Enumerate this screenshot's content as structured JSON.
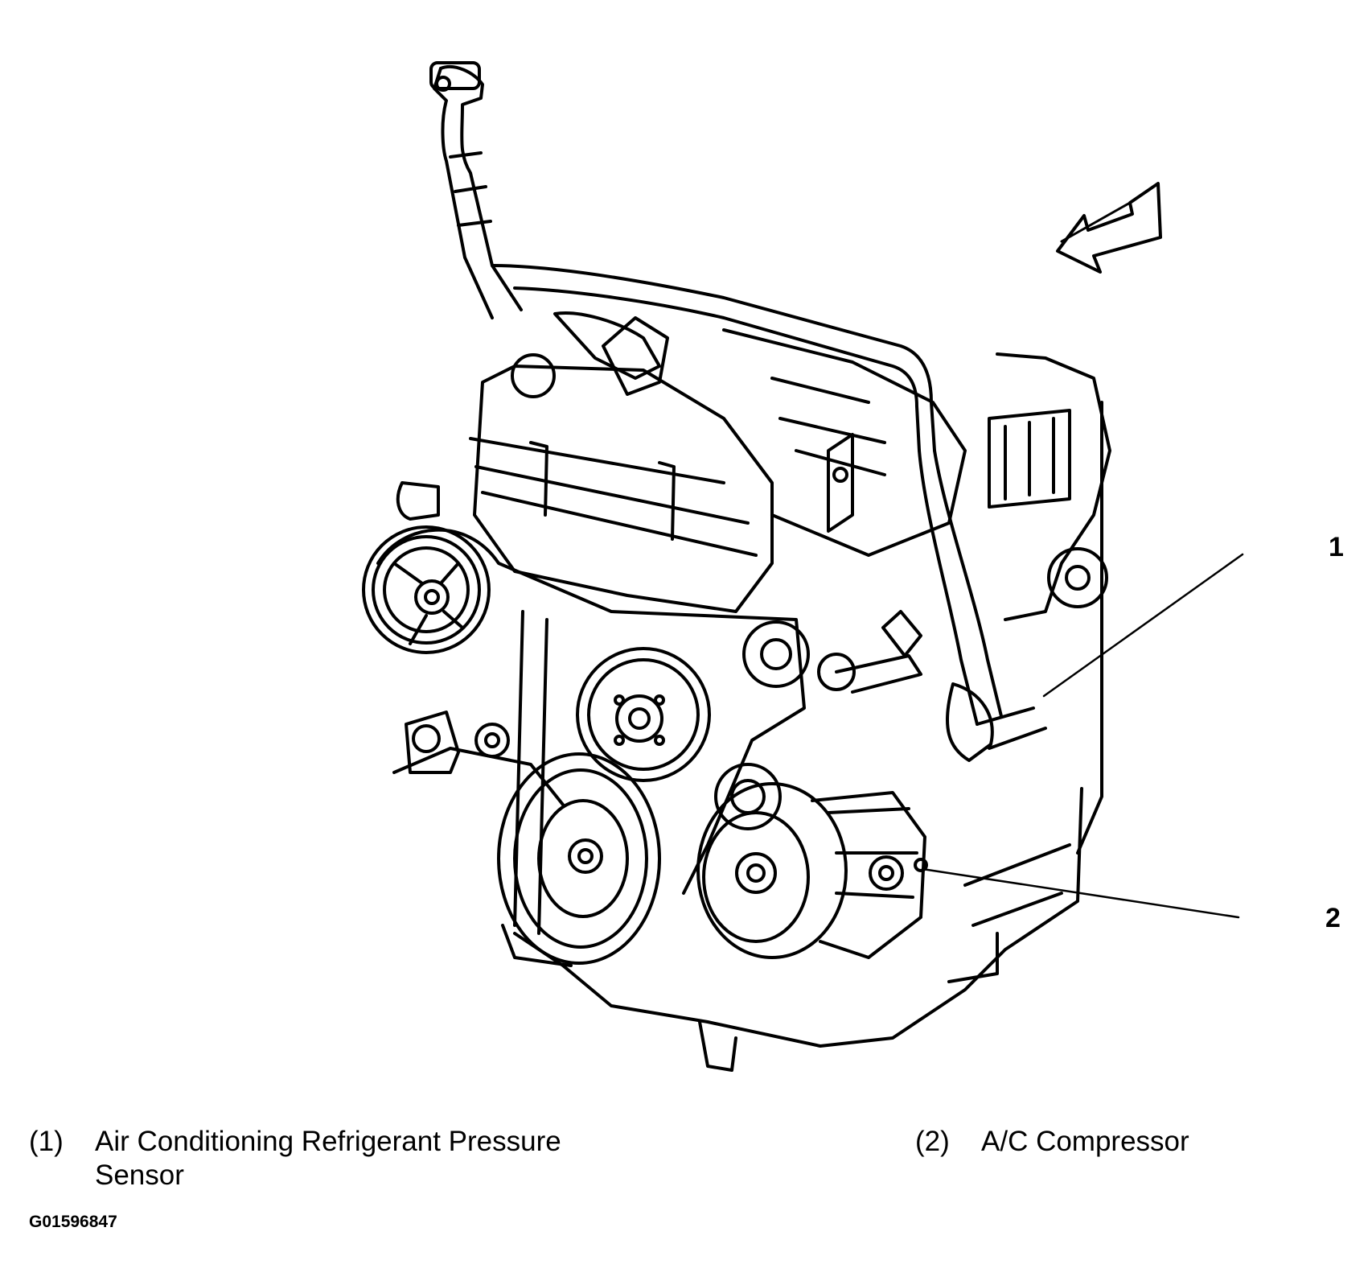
{
  "callouts": [
    {
      "num": "1",
      "part": "Air Conditioning Refrigerant Pressure Sensor"
    },
    {
      "num": "2",
      "part": "A/C Compressor"
    }
  ],
  "legend": [
    {
      "num": "(1)",
      "line1": "Air Conditioning Refrigerant Pressure",
      "line2": "Sensor"
    },
    {
      "num": "(2)",
      "line1": "A/C Compressor"
    }
  ],
  "figure_id": "G01596847",
  "colors": {
    "ink": "#000000",
    "paper": "#ffffff"
  }
}
